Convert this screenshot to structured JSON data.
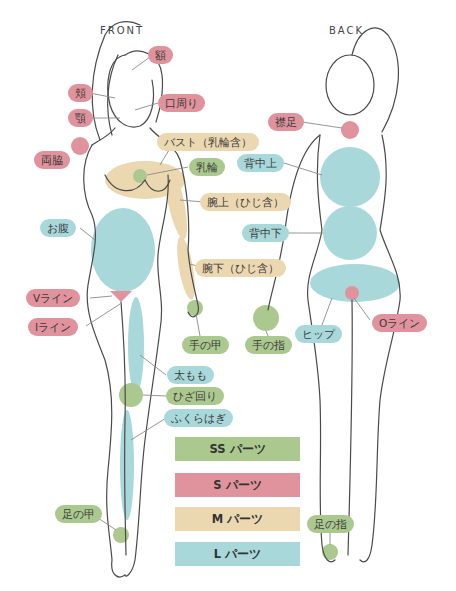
{
  "diagram": {
    "nodes": [
      {
        "text": [
          "額"
        ]
      },
      {
        "text": [
          "頬"
        ]
      },
      {
        "text": [
          "口周り"
        ]
      },
      {
        "text": [
          "顎"
        ]
      },
      {
        "text": [
          "襟足"
        ]
      },
      {
        "text": [
          "バスト（乳輪含）"
        ]
      },
      {
        "text": [
          "両脇"
        ]
      },
      {
        "text": [
          "背中上"
        ]
      },
      {
        "text": [
          "乳輪"
        ]
      },
      {
        "text": [
          "腕上（ひじ含）"
        ]
      },
      {
        "text": [
          "お腹"
        ]
      },
      {
        "text": [
          "背中下"
        ]
      },
      {
        "text": [
          "腕下（ひじ含）"
        ]
      },
      {
        "text": [
          "Vライン"
        ]
      },
      {
        "text": [
          "Oライン"
        ]
      },
      {
        "text": [
          "Iライン"
        ]
      },
      {
        "text": [
          "ヒップ"
        ]
      },
      {
        "text": [
          "手の甲"
        ]
      },
      {
        "text": [
          "手の指"
        ]
      },
      {
        "text": [
          "太もも"
        ]
      },
      {
        "text": [
          "ひざ回り"
        ]
      },
      {
        "text": [
          "ふくらはぎ"
        ]
      },
      {
        "text": [
          "足の甲"
        ]
      },
      {
        "text": [
          "足の指"
        ]
      }
    ],
    "labels": [
      "FRONT",
      "BACK"
    ],
    "legend": [
      {
        "text": "SS パーツ",
        "color": "#abc98f"
      },
      {
        "text": "S パーツ",
        "color": "#e0939c"
      },
      {
        "text": "M パーツ",
        "color": "#ecd8b0"
      },
      {
        "text": "L パーツ",
        "color": "#a8d8d9"
      }
    ]
  }
}
